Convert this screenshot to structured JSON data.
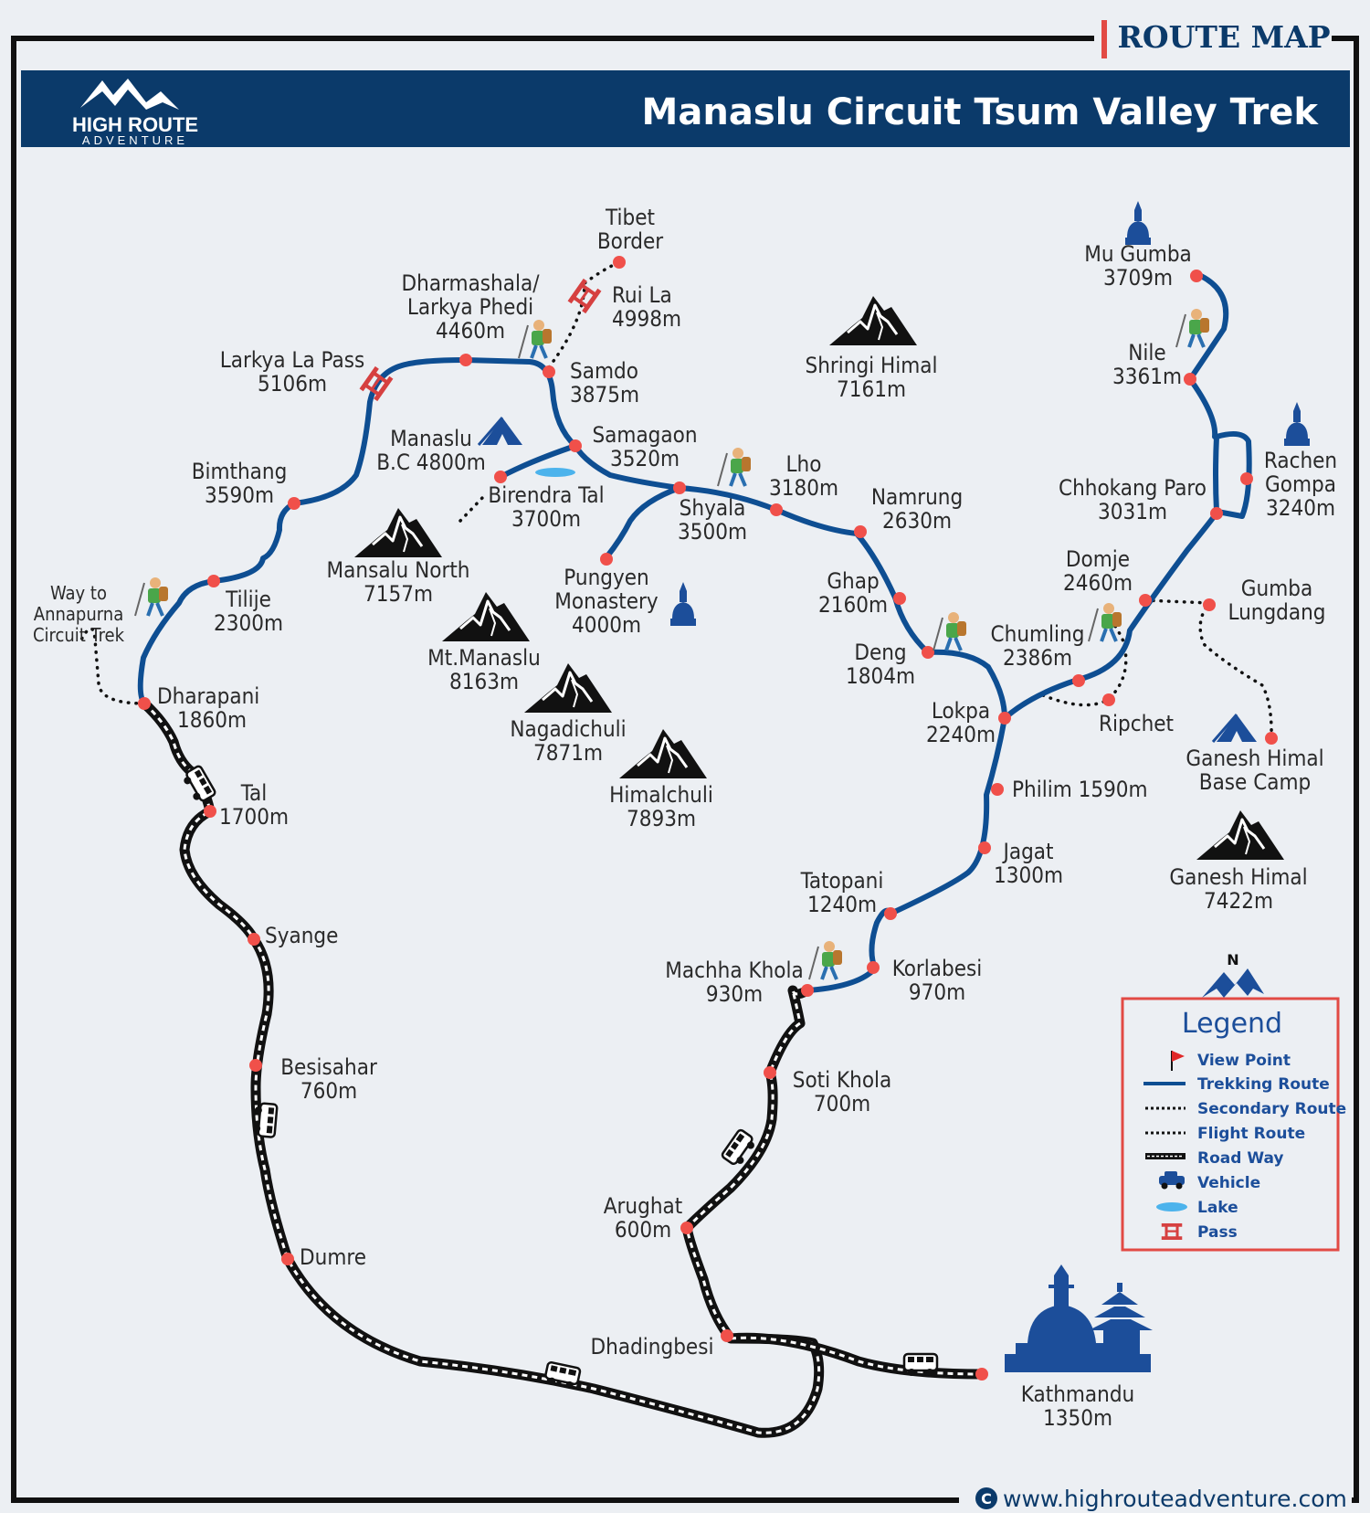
{
  "corner_tag": "ROUTE MAP",
  "header": {
    "brand_line1": "HIGH ROUTE",
    "brand_line2": "ADVENTURE",
    "title": "Manaslu Circuit Tsum Valley Trek"
  },
  "places": {
    "tibet_border": [
      "Tibet",
      "Border"
    ],
    "rui_la": [
      "Rui La",
      "4998m"
    ],
    "dharmashala": [
      "Dharmashala/",
      "Larkya Phedi",
      "4460m"
    ],
    "larkya_la": [
      "Larkya La Pass",
      "5106m"
    ],
    "samdo": [
      "Samdo",
      "3875m"
    ],
    "manaslu_bc": [
      "Manaslu",
      "B.C 4800m"
    ],
    "samagaon": [
      "Samagaon",
      "3520m"
    ],
    "bimthang": [
      "Bimthang",
      "3590m"
    ],
    "birendra": [
      "Birendra Tal",
      "3700m"
    ],
    "shyala": [
      "Shyala",
      "3500m"
    ],
    "lho": [
      "Lho",
      "3180m"
    ],
    "namrung": [
      "Namrung",
      "2630m"
    ],
    "tilije": [
      "Tilije",
      "2300m"
    ],
    "way_to": [
      "Way to",
      "Annapurna",
      "Circuit Trek"
    ],
    "pungyen": [
      "Pungyen",
      "Monastery",
      "4000m"
    ],
    "ghap": [
      "Ghap",
      "2160m"
    ],
    "deng": [
      "Deng",
      "1804m"
    ],
    "dharapani": [
      "Dharapani",
      "1860m"
    ],
    "lokpa": [
      "Lokpa",
      "2240m"
    ],
    "philim": [
      "Philim 1590m"
    ],
    "tal": [
      "Tal",
      "1700m"
    ],
    "jagat": [
      "Jagat",
      "1300m"
    ],
    "tatopani": [
      "Tatopani",
      "1240m"
    ],
    "syange": [
      "Syange"
    ],
    "machha": [
      "Machha Khola",
      "930m"
    ],
    "korlabesi": [
      "Korlabesi",
      "970m"
    ],
    "besisahar": [
      "Besisahar",
      "760m"
    ],
    "soti": [
      "Soti Khola",
      "700m"
    ],
    "arughat": [
      "Arughat",
      "600m"
    ],
    "dumre": [
      "Dumre"
    ],
    "dhadingbesi": [
      "Dhadingbesi"
    ],
    "kathmandu": [
      "Kathmandu",
      "1350m"
    ],
    "mu_gumba": [
      "Mu Gumba",
      "3709m"
    ],
    "nile": [
      "Nile",
      "3361m"
    ],
    "rachen": [
      "Rachen",
      "Gompa",
      "3240m"
    ],
    "chhokang": [
      "Chhokang Paro",
      "3031m"
    ],
    "domje": [
      "Domje",
      "2460m"
    ],
    "gumba_lungdang": [
      "Gumba",
      "Lungdang"
    ],
    "chumling": [
      "Chumling",
      "2386m"
    ],
    "ripchet": [
      "Ripchet"
    ],
    "ganesh_bc": [
      "Ganesh Himal",
      "Base Camp"
    ]
  },
  "peaks": {
    "shringi": [
      "Shringi Himal",
      "7161m"
    ],
    "mansalu_north": [
      "Mansalu North",
      "7157m"
    ],
    "mt_manaslu": [
      "Mt.Manaslu",
      "8163m"
    ],
    "nagadichuli": [
      "Nagadichuli",
      "7871m"
    ],
    "himalchuli": [
      "Himalchuli",
      "7893m"
    ],
    "ganesh": [
      "Ganesh Himal",
      "7422m"
    ]
  },
  "legend": {
    "north": "N",
    "title": "Legend",
    "items": [
      "View Point",
      "Trekking Route",
      "Secondary Route",
      "Flight Route",
      "Road Way",
      "Vehicle",
      "Lake",
      "Pass"
    ]
  },
  "footer": {
    "website": "www.highrouteadventure.com",
    "copyright_glyph": "C"
  },
  "colors": {
    "header_bg": "#0b3a6a",
    "route_blue": "#0e4e92",
    "marker_red": "#f0504a",
    "legend_border": "#e24a44",
    "icon_blue": "#1c4e9a",
    "lake": "#4cb3ec",
    "mountain": "#111111"
  },
  "icons": [
    "mountain-icon",
    "tent-icon",
    "stupa-icon",
    "hiker-icon",
    "bus-icon",
    "jeep-icon",
    "pass-icon",
    "flag-icon"
  ]
}
